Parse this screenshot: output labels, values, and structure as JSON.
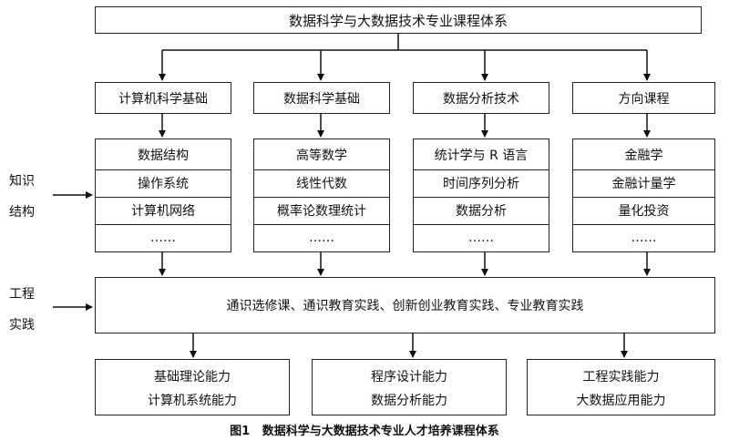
{
  "title": "数据科学与大数据技术专业课程体系",
  "columns": [
    {
      "header": "计算机科学基础",
      "items": [
        "数据结构",
        "操作系统",
        "计算机网络",
        "……"
      ]
    },
    {
      "header": "数据科学基础",
      "items": [
        "高等数学",
        "线性代数",
        "概率论数理统计",
        "……"
      ]
    },
    {
      "header": "数据分析技术",
      "items": [
        "统计学与 R 语言",
        "时间序列分析",
        "数据分析",
        "……"
      ]
    },
    {
      "header": "方向课程",
      "items": [
        "金融学",
        "金融计量学",
        "量化投资",
        "……"
      ]
    }
  ],
  "side_labels": {
    "knowledge_line1": "知识",
    "knowledge_line2": "结构",
    "practice_line1": "工程",
    "practice_line2": "实践"
  },
  "practice_box": "通识选修课、通识教育实践、创新创业教育实践、专业教育实践",
  "abilities": [
    {
      "line1": "基础理论能力",
      "line2": "计算机系统能力"
    },
    {
      "line1": "程序设计能力",
      "line2": "数据分析能力"
    },
    {
      "line1": "工程实践能力",
      "line2": "大数据应用能力"
    }
  ],
  "caption": {
    "label": "图1",
    "text": "数据科学与大数据技术专业人才培养课程体系"
  }
}
